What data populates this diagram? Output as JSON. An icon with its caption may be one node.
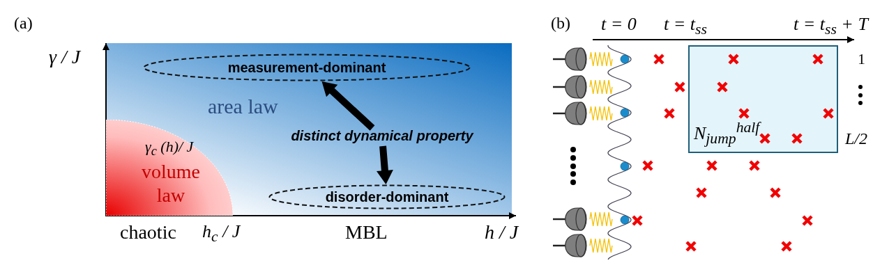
{
  "diagram": {
    "nodes": [
      {
        "text": [
          "measurement-dominant"
        ]
      },
      {
        "text": [
          "disorder-dominant"
        ]
      },
      {
        "text": [
          "distinct dynamical property"
        ]
      },
      {
        "text": [
          "volume law"
        ]
      },
      {
        "text": [
          "N$_{jump}$$^{half}$"
        ]
      }
    ],
    "edges": [
      {
        "from": 2,
        "to": 0,
        "arrow": "to",
        "style": "thick"
      },
      {
        "from": 2,
        "to": 1,
        "arrow": "to",
        "style": "thick"
      }
    ],
    "labels": [
      "(a)",
      "γ / J",
      "area law",
      "γ$_{c}$ (h)/ J",
      "chaotic",
      "h$_{c}$ / J",
      "MBL",
      "h / J",
      "(b)",
      "t = 0",
      "t = t$_{ss}$",
      "t = t$_{ss}$ + T",
      "1",
      "L/2"
    ]
  }
}
